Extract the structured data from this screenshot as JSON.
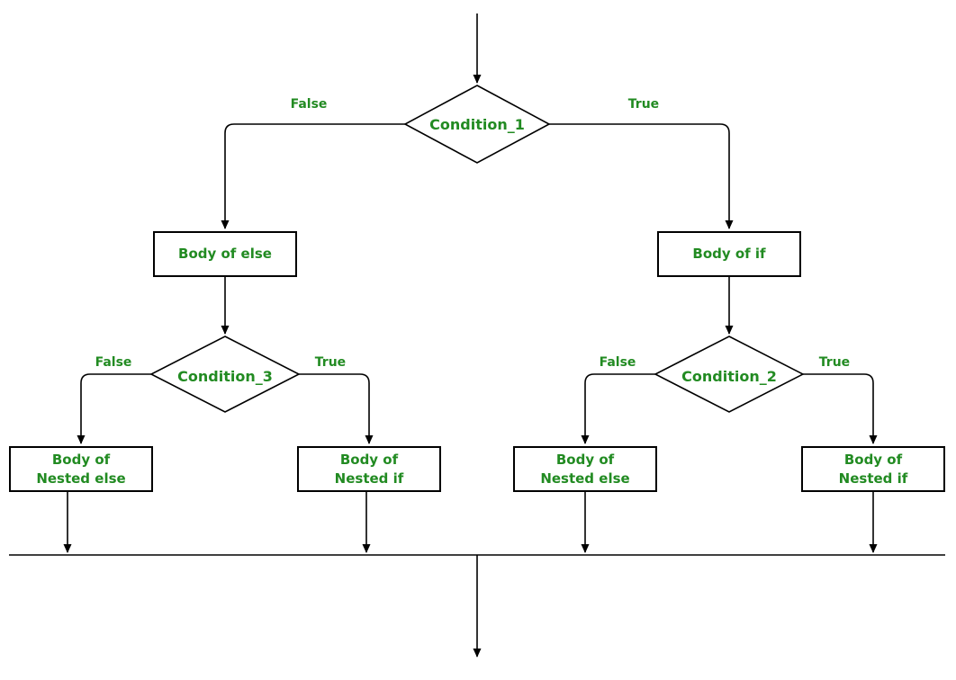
{
  "colors": {
    "label_green": "#228B22",
    "line_black": "#000000",
    "background": "#ffffff"
  },
  "nodes": {
    "condition_1": {
      "type": "decision",
      "label": "Condition_1"
    },
    "condition_2": {
      "type": "decision",
      "label": "Condition_2"
    },
    "condition_3": {
      "type": "decision",
      "label": "Condition_3"
    },
    "body_of_else": {
      "type": "process",
      "label": "Body of else"
    },
    "body_of_if": {
      "type": "process",
      "label": "Body of if"
    },
    "nested_else_left": {
      "type": "process",
      "line1": "Body of",
      "line2": "Nested else"
    },
    "nested_if_left": {
      "type": "process",
      "line1": "Body of",
      "line2": "Nested if"
    },
    "nested_else_right": {
      "type": "process",
      "line1": "Body of",
      "line2": "Nested else"
    },
    "nested_if_right": {
      "type": "process",
      "line1": "Body of",
      "line2": "Nested if"
    }
  },
  "branch_labels": {
    "condition_1_false": "False",
    "condition_1_true": "True",
    "condition_3_false": "False",
    "condition_3_true": "True",
    "condition_2_false": "False",
    "condition_2_true": "True"
  }
}
